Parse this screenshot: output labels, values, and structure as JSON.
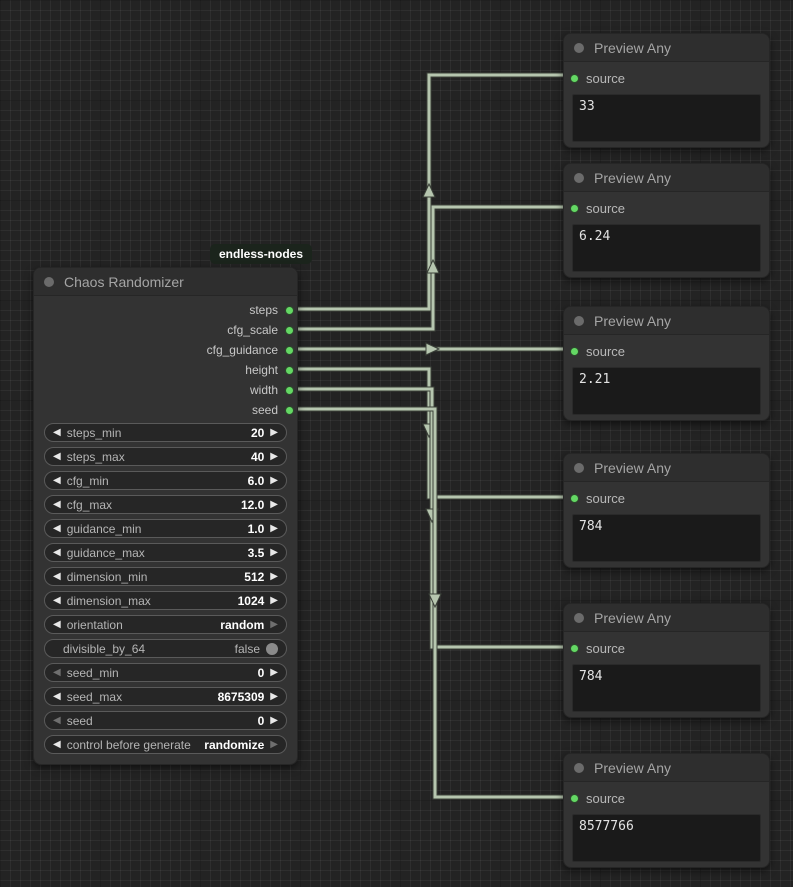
{
  "badge": {
    "label": "endless-nodes"
  },
  "chaos_node": {
    "title": "Chaos Randomizer",
    "outputs": [
      {
        "label": "steps"
      },
      {
        "label": "cfg_scale"
      },
      {
        "label": "cfg_guidance"
      },
      {
        "label": "height"
      },
      {
        "label": "width"
      },
      {
        "label": "seed"
      }
    ],
    "widgets": [
      {
        "type": "stepper",
        "label": "steps_min",
        "value": "20",
        "dim_left": false,
        "dim_right": false
      },
      {
        "type": "stepper",
        "label": "steps_max",
        "value": "40",
        "dim_left": false,
        "dim_right": false
      },
      {
        "type": "stepper",
        "label": "cfg_min",
        "value": "6.0",
        "dim_left": false,
        "dim_right": false
      },
      {
        "type": "stepper",
        "label": "cfg_max",
        "value": "12.0",
        "dim_left": false,
        "dim_right": false
      },
      {
        "type": "stepper",
        "label": "guidance_min",
        "value": "1.0",
        "dim_left": false,
        "dim_right": false
      },
      {
        "type": "stepper",
        "label": "guidance_max",
        "value": "3.5",
        "dim_left": false,
        "dim_right": false
      },
      {
        "type": "stepper",
        "label": "dimension_min",
        "value": "512",
        "dim_left": false,
        "dim_right": false
      },
      {
        "type": "stepper",
        "label": "dimension_max",
        "value": "1024",
        "dim_left": false,
        "dim_right": false
      },
      {
        "type": "stepper",
        "label": "orientation",
        "value": "random",
        "dim_left": false,
        "dim_right": true
      },
      {
        "type": "toggle",
        "label": "divisible_by_64",
        "value": "false"
      },
      {
        "type": "stepper",
        "label": "seed_min",
        "value": "0",
        "dim_left": true,
        "dim_right": false
      },
      {
        "type": "stepper",
        "label": "seed_max",
        "value": "8675309",
        "dim_left": false,
        "dim_right": false
      },
      {
        "type": "stepper",
        "label": "seed",
        "value": "0",
        "dim_left": true,
        "dim_right": false
      },
      {
        "type": "stepper",
        "label": "control before generate",
        "value": "randomize",
        "dim_left": false,
        "dim_right": true
      }
    ]
  },
  "preview_nodes": [
    {
      "title": "Preview Any",
      "input": "source",
      "value": "33"
    },
    {
      "title": "Preview Any",
      "input": "source",
      "value": "6.24"
    },
    {
      "title": "Preview Any",
      "input": "source",
      "value": "2.21"
    },
    {
      "title": "Preview Any",
      "input": "source",
      "value": "784"
    },
    {
      "title": "Preview Any",
      "input": "source",
      "value": "784"
    },
    {
      "title": "Preview Any",
      "input": "source",
      "value": "8577766"
    }
  ],
  "wires": [
    {
      "from": "steps",
      "to": "preview-1"
    },
    {
      "from": "cfg_scale",
      "to": "preview-2"
    },
    {
      "from": "cfg_guidance",
      "to": "preview-3"
    },
    {
      "from": "height",
      "to": "preview-4"
    },
    {
      "from": "width",
      "to": "preview-5"
    },
    {
      "from": "seed",
      "to": "preview-6"
    }
  ],
  "colors": {
    "wire": "#b6c6af",
    "port_green": "#64d864",
    "node_bg": "#333333",
    "canvas_bg": "#232323",
    "badge_bg": "#1b241c"
  }
}
